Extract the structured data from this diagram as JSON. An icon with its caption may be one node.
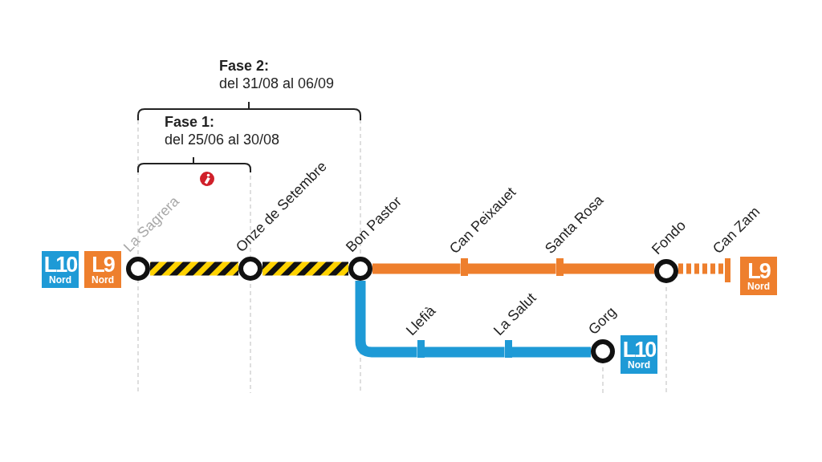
{
  "diagram": {
    "nodes": [
      {
        "text": [
          "L10",
          "Nord"
        ]
      },
      {
        "text": [
          "L9",
          "Nord"
        ]
      },
      {
        "text": [
          "La Sagrera"
        ]
      },
      {
        "text": [
          "Onze de Setembre"
        ]
      },
      {
        "text": [
          "Bon Pastor"
        ]
      },
      {
        "text": [
          "Can Peixauet"
        ]
      },
      {
        "text": [
          "Santa Rosa"
        ]
      },
      {
        "text": [
          "Fondo"
        ]
      },
      {
        "text": [
          "Can Zam"
        ]
      },
      {
        "text": [
          "L9",
          "Nord"
        ]
      },
      {
        "text": [
          "Llefià"
        ]
      },
      {
        "text": [
          "La Salut"
        ]
      },
      {
        "text": [
          "Gorg"
        ]
      },
      {
        "text": [
          "L10",
          "Nord"
        ]
      }
    ],
    "edges": [
      {
        "from": 2,
        "to": 3,
        "arrow": "none",
        "style": "thick",
        "color": "#ffd200"
      },
      {
        "from": 3,
        "to": 4,
        "arrow": "none",
        "style": "thick",
        "color": "#ffd200"
      },
      {
        "from": 4,
        "to": 5,
        "arrow": "none",
        "color": "#ee7f2d"
      },
      {
        "from": 5,
        "to": 6,
        "arrow": "none",
        "color": "#ee7f2d"
      },
      {
        "from": 6,
        "to": 7,
        "arrow": "none",
        "color": "#ee7f2d"
      },
      {
        "from": 7,
        "to": 8,
        "arrow": "none",
        "style": "dashed",
        "color": "#ee7f2d"
      },
      {
        "from": 4,
        "to": 10,
        "arrow": "none",
        "color": "#1e9ad6"
      },
      {
        "from": 10,
        "to": 11,
        "arrow": "none",
        "color": "#1e9ad6"
      },
      {
        "from": 11,
        "to": 12,
        "arrow": "none",
        "color": "#1e9ad6"
      }
    ],
    "labels": [
      "Fase 2:",
      "del 31/08 al 06/09",
      "Fase 1:",
      "del 25/06 al 30/08"
    ]
  }
}
